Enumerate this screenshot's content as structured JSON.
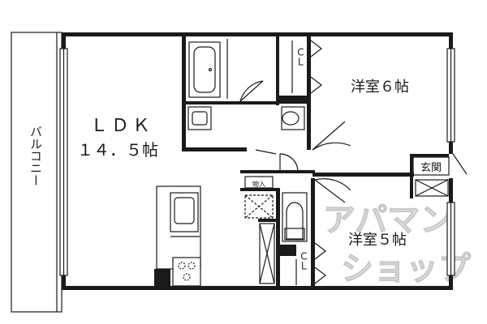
{
  "rooms": {
    "ldk_name": "ＬＤＫ",
    "ldk_size": "１４．５帖",
    "bedroom_1": "洋室６帖",
    "bedroom_2": "洋室５帖",
    "balcony": "バルコニー",
    "entrance": "玄関",
    "closet_1": "ＣＬ",
    "closet_2": "ＣＬ",
    "storage": "物入"
  },
  "watermark": {
    "line_1": "アパマン",
    "line_2": "ショップ"
  },
  "colors": {
    "wall": "#1a1a1a",
    "watermark_fill": "#e3e3e3"
  }
}
